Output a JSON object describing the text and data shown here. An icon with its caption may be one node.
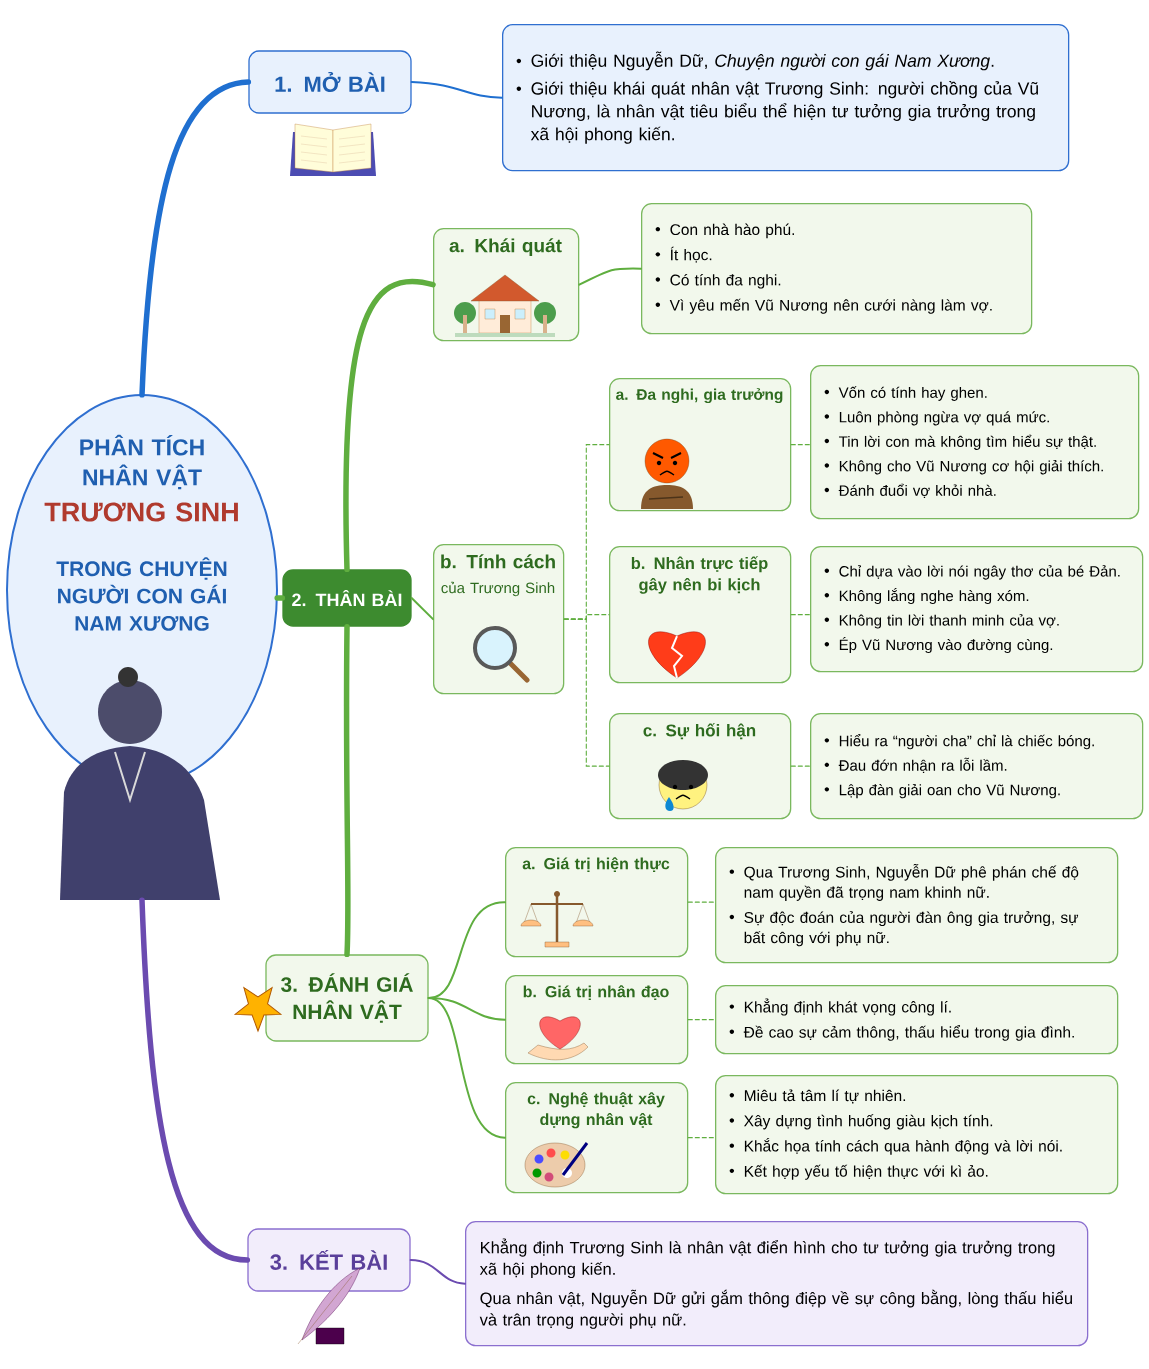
{
  "diagram": {
    "nodes": [
      {
        "text": [
          "PHÂN TÍCH NHÂN VẬT",
          "TRƯƠNG SINH",
          "TRONG CHUYỆN NGƯỜI CON GÁI NAM XƯƠNG"
        ]
      },
      {
        "text": [
          "1. MỞ BÀI"
        ]
      },
      {
        "text": [
          "Giới thiệu Nguyễn Dữ, *Chuyện người con gái Nam Xương*.",
          "Giới thiệu khái quát nhân vật Trương Sinh: người chồng của Vũ Nương, là nhân vật tiêu biểu thể hiện tư tưởng gia trưởng trong xã hội phong kiến."
        ]
      },
      {
        "text": [
          "2. THÂN BÀI"
        ]
      },
      {
        "text": [
          "a. Khái quát"
        ]
      },
      {
        "text": [
          "Con nhà hào phú.",
          "Ít học.",
          "Có tính đa nghi.",
          "Vì yêu mến Vũ Nương nên cưới nàng làm vợ."
        ]
      },
      {
        "text": [
          "b. Tính cách",
          "của Trương Sinh"
        ]
      },
      {
        "text": [
          "a. Đa nghi, gia trưởng"
        ]
      },
      {
        "text": [
          "Vốn có tính hay ghen.",
          "Luôn phòng ngừa vợ quá mức.",
          "Tin lời con mà không tìm hiểu sự thật.",
          "Không cho Vũ Nương cơ hội giải thích.",
          "Đánh đuổi vợ khỏi nhà."
        ]
      },
      {
        "text": [
          "b. Nhân trực tiếp gây nên bi kịch"
        ]
      },
      {
        "text": [
          "Chỉ dựa vào lời nói ngây thơ của bé Đản.",
          "Không lắng nghe hàng xóm.",
          "Không tin lời thanh minh của vợ.",
          "Ép Vũ Nương vào đường cùng."
        ]
      },
      {
        "text": [
          "c. Sự hối hận"
        ]
      },
      {
        "text": [
          "Hiểu ra “người cha” chỉ là chiếc bóng.",
          "Đau đớn nhận ra lỗi lầm.",
          "Lập đàn giải oan cho Vũ Nương."
        ]
      },
      {
        "text": [
          "3. ĐÁNH GIÁ NHÂN VẬT"
        ]
      },
      {
        "text": [
          "a. Giá trị hiện thực"
        ]
      },
      {
        "text": [
          "Qua Trương Sinh, Nguyễn Dữ phê phán chế độ nam quyền đã trọng nam khinh nữ.",
          "Sự độc đoán của người đàn ông gia trưởng, sự bất công với phụ nữ."
        ]
      },
      {
        "text": [
          "b. Giá trị nhân đạo"
        ]
      },
      {
        "text": [
          "Khẳng định khát vọng công lí.",
          "Đề cao sự cảm thông, thấu hiểu trong gia đình."
        ]
      },
      {
        "text": [
          "c. Nghệ thuật xây dựng nhân vật"
        ]
      },
      {
        "text": [
          "Miêu tả tâm lí tự nhiên.",
          "Xây dựng tình huống giàu kịch tính.",
          "Khắc họa tính cách qua hành động và lời nói.",
          "Kết hợp yếu tố hiện thực với kì ảo."
        ]
      },
      {
        "text": [
          "3. KẾT BÀI"
        ]
      },
      {
        "text": [
          "Khẳng định Trương Sinh là nhân vật điển hình cho tư tưởng gia trưởng trong xã hội phong kiến.",
          "Qua nhân vật, Nguyễn Dữ gửi gắm thông điệp về sự công bằng, lòng thấu hiểu và trân trọng người phụ nữ."
        ]
      }
    ],
    "edges": [
      {
        "from": 0,
        "to": 1,
        "arrow": "none",
        "style": "thick",
        "color": "#1f6fd0"
      },
      {
        "from": 1,
        "to": 2,
        "arrow": "none",
        "color": "#1f6fd0"
      },
      {
        "from": 0,
        "to": 3,
        "arrow": "none",
        "style": "thick"
      },
      {
        "from": 3,
        "to": 4,
        "arrow": "none",
        "style": "thick"
      },
      {
        "from": 4,
        "to": 5,
        "arrow": "none"
      },
      {
        "from": 3,
        "to": 6,
        "arrow": "none"
      },
      {
        "from": 6,
        "to": 7,
        "arrow": "none",
        "style": "dashed"
      },
      {
        "from": 7,
        "to": 8,
        "arrow": "none",
        "style": "dashed"
      },
      {
        "from": 6,
        "to": 9,
        "arrow": "none",
        "style": "dashed"
      },
      {
        "from": 9,
        "to": 10,
        "arrow": "none",
        "style": "dashed"
      },
      {
        "from": 6,
        "to": 11,
        "arrow": "none",
        "style": "dashed"
      },
      {
        "from": 11,
        "to": 12,
        "arrow": "none",
        "style": "dashed"
      },
      {
        "from": 3,
        "to": 13,
        "arrow": "none",
        "style": "thick"
      },
      {
        "from": 13,
        "to": 14,
        "arrow": "none"
      },
      {
        "from": 14,
        "to": 15,
        "arrow": "none",
        "style": "dashed"
      },
      {
        "from": 13,
        "to": 16,
        "arrow": "none"
      },
      {
        "from": 16,
        "to": 17,
        "arrow": "none",
        "style": "dashed"
      },
      {
        "from": 13,
        "to": 18,
        "arrow": "none"
      },
      {
        "from": 18,
        "to": 19,
        "arrow": "none",
        "style": "dashed"
      },
      {
        "from": 0,
        "to": 20,
        "arrow": "none",
        "style": "thick",
        "color": "#6b4bb0"
      },
      {
        "from": 20,
        "to": 21,
        "arrow": "none",
        "color": "#6b4bb0"
      }
    ]
  }
}
